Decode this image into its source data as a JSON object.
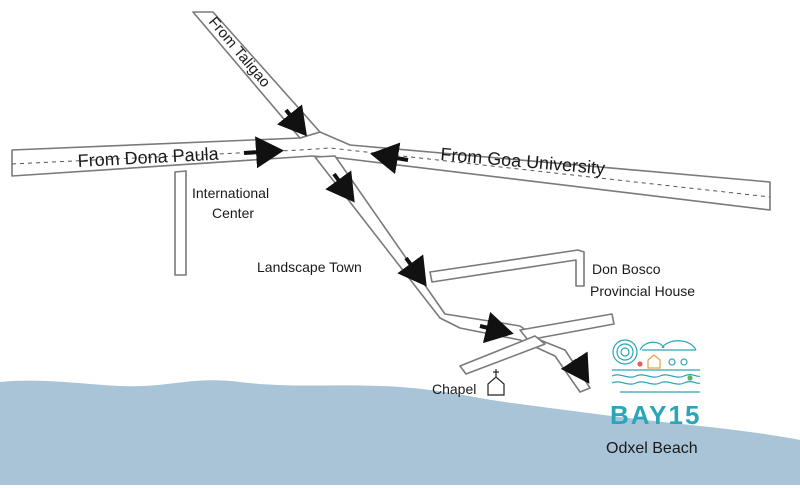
{
  "map": {
    "labels": {
      "from_taligao": "From Taligao",
      "from_dona_paula": "From Dona Paula",
      "from_goa_university": "From Goa University",
      "international_center_line1": "International",
      "international_center_line2": "Center",
      "landscape_town": "Landscape Town",
      "don_bosco_line1": "Don Bosco",
      "don_bosco_line2": "Provincial House",
      "chapel": "Chapel",
      "odxel_beach": "Odxel Beach"
    },
    "logo": {
      "text": "BAY15",
      "color": "#2aa6b8"
    },
    "colors": {
      "sea": "#a9c4d6",
      "road_outline": "#7a7a7a",
      "arrow": "#111111"
    }
  }
}
